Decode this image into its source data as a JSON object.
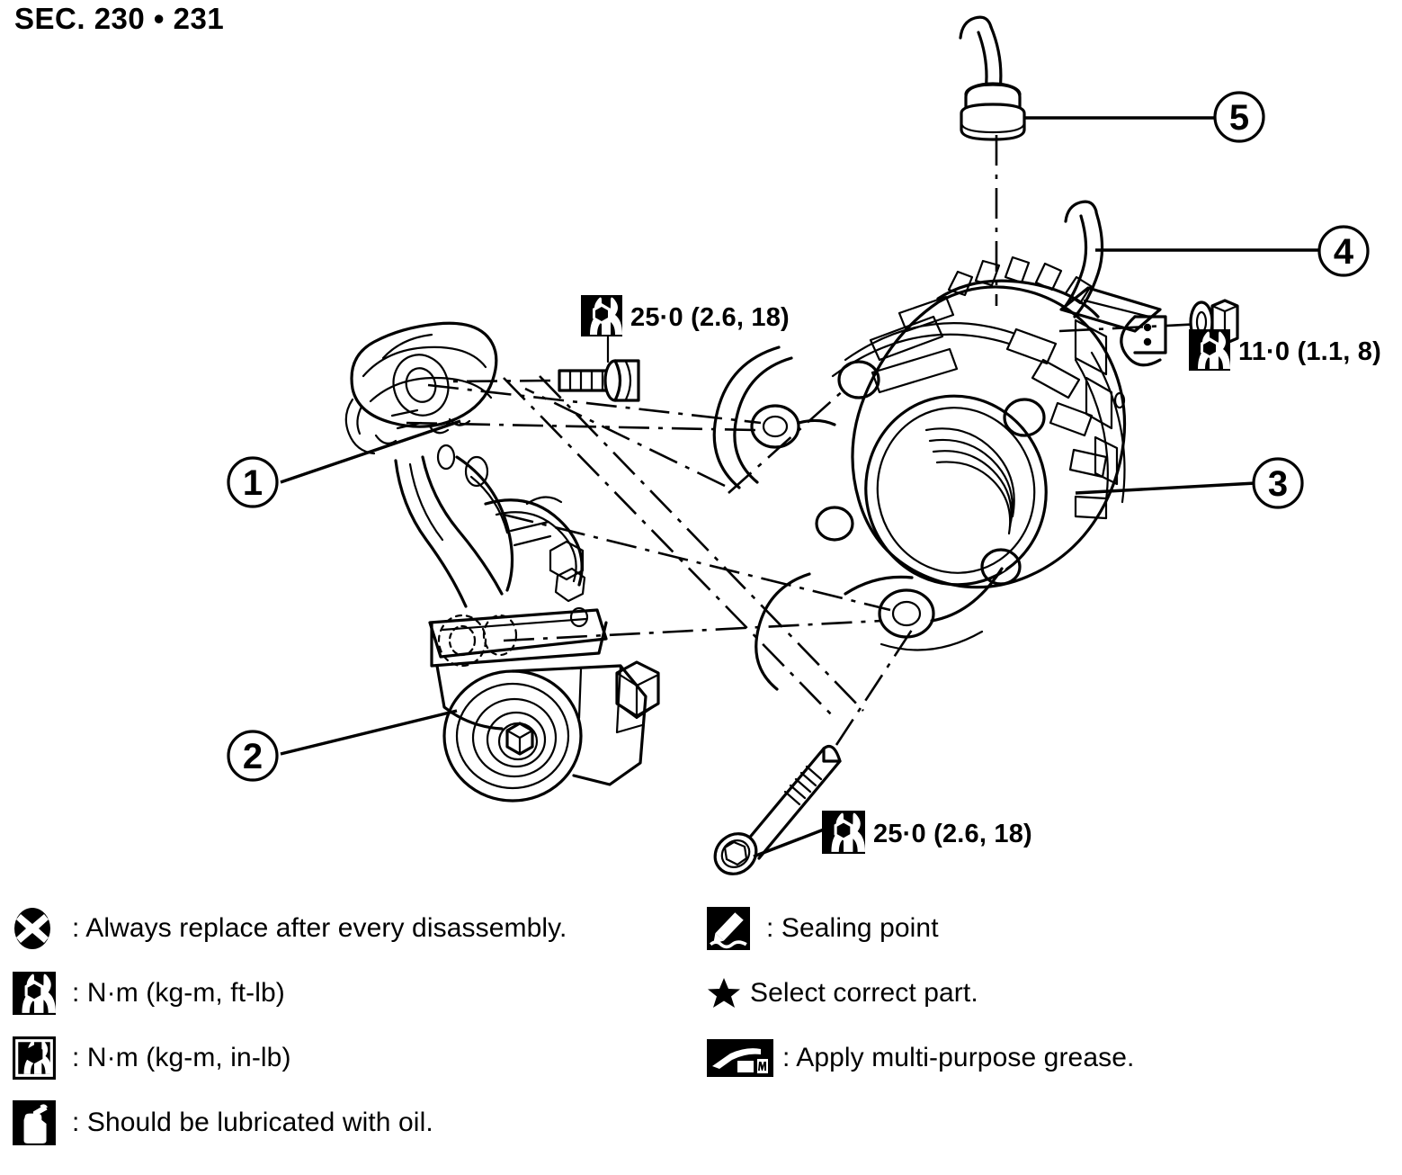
{
  "header": {
    "section_label": "SEC. 230 • 231"
  },
  "torque_callouts": [
    {
      "id": "upper-bracket-bolt",
      "icon": "torque-wrench-ftlb-icon",
      "value": "25·0 (2.6, 18)"
    },
    {
      "id": "terminal-nut",
      "icon": "torque-wrench-ftlb-icon",
      "value": "11·0 (1.1, 8)"
    },
    {
      "id": "through-bolt",
      "icon": "torque-wrench-ftlb-icon",
      "value": "25·0 (2.6, 18)"
    }
  ],
  "part_callouts": [
    {
      "number": "1",
      "name": "alternator-bracket"
    },
    {
      "number": "2",
      "name": "idler-tensioner-pulley"
    },
    {
      "number": "3",
      "name": "alternator"
    },
    {
      "number": "4",
      "name": "battery-cable-terminal"
    },
    {
      "number": "5",
      "name": "harness-connector"
    }
  ],
  "legend": {
    "left": [
      {
        "icon": "replace-part-x-icon",
        "text": ": Always replace after every disassembly."
      },
      {
        "icon": "torque-wrench-ftlb-icon",
        "text": ": N·m (kg-m, ft-lb)"
      },
      {
        "icon": "torque-wrench-inlb-icon",
        "text": ": N·m (kg-m, in-lb)"
      },
      {
        "icon": "oil-can-icon",
        "text": ": Should be lubricated with oil."
      }
    ],
    "right": [
      {
        "icon": "sealing-point-icon",
        "text": ": Sealing point"
      },
      {
        "icon": "star-icon",
        "text": "Select correct part."
      },
      {
        "icon": "grease-gun-icon",
        "text": ": Apply multi-purpose grease."
      }
    ]
  },
  "colors": {
    "ink": "#000000",
    "paper": "#ffffff"
  }
}
